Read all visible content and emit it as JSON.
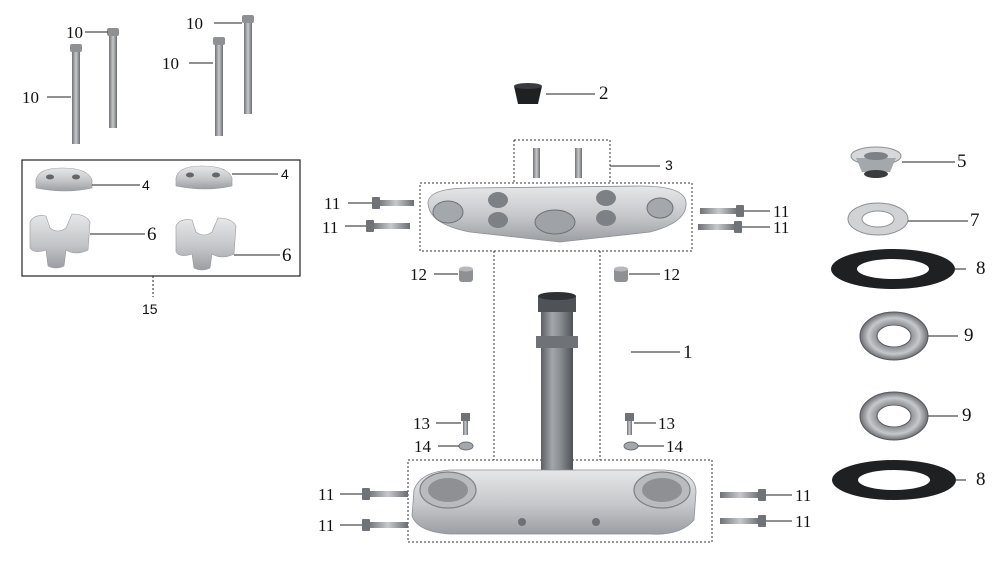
{
  "diagram": {
    "callouts": {
      "c10a": "10",
      "c10b": "10",
      "c10c": "10",
      "c10d": "10",
      "c4a": "4",
      "c4b": "4",
      "c6a": "6",
      "c6b": "6",
      "c15": "15",
      "c2": "2",
      "c3": "3",
      "c1": "1",
      "c11a": "11",
      "c11b": "11",
      "c11c": "11",
      "c11d": "11",
      "c11e": "11",
      "c11f": "11",
      "c11g": "11",
      "c11h": "11",
      "c12a": "12",
      "c12b": "12",
      "c13a": "13",
      "c13b": "13",
      "c14a": "14",
      "c14b": "14",
      "c5": "5",
      "c7": "7",
      "c8a": "8",
      "c8b": "8",
      "c9a": "9",
      "c9b": "9"
    },
    "colors": {
      "aluminum": "#c9cacc",
      "aluminum_dark": "#8e9094",
      "steel": "#7d8084",
      "rubber": "#1f2022",
      "line": "#222222"
    }
  }
}
